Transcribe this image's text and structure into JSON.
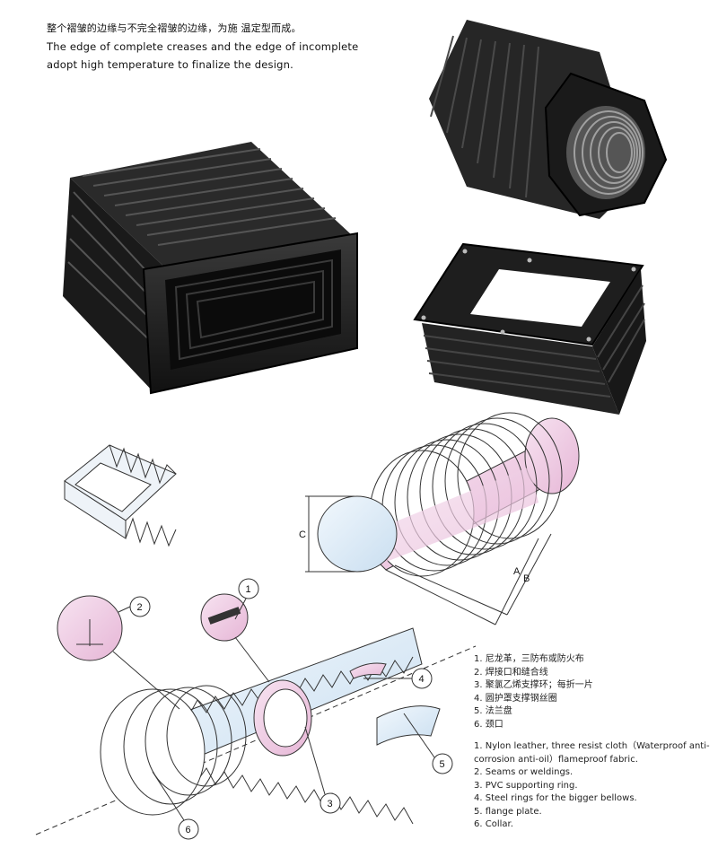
{
  "intro": {
    "line_zh": "整个褶皱的边缘与不完全褶皱的边缘，为施   温定型而成。",
    "line_en_1": "The edge of complete creases and the edge of incomplete",
    "line_en_2": "adopt high temperature to finalize the design."
  },
  "dimension_labels": {
    "a": "A",
    "b": "B",
    "c": "C"
  },
  "callouts": {
    "c1": "1",
    "c2": "2",
    "c3": "3",
    "c4": "4",
    "c5": "5",
    "c6": "6"
  },
  "legend_zh": [
    "1. 尼龙革，三防布或防火布",
    "2. 焊接口和缝合线",
    "3. 聚氯乙烯支撑环；每折一片",
    "4. 圆护罩支撑钢丝圈",
    "5. 法兰盘",
    "6. 颈口"
  ],
  "legend_en": [
    "1. Nylon leather, three resist cloth（Waterproof anti-corrosion anti-oil）flameproof fabric.",
    "2. Seams or weldings.",
    "3. PVC supporting ring.",
    "4. Steel rings for the bigger bellows.",
    "5. flange plate.",
    "6. Collar."
  ],
  "colors": {
    "bellows": "#1c1c1c",
    "pink": "#f0cfe6",
    "blue": "#d8e8f5"
  }
}
